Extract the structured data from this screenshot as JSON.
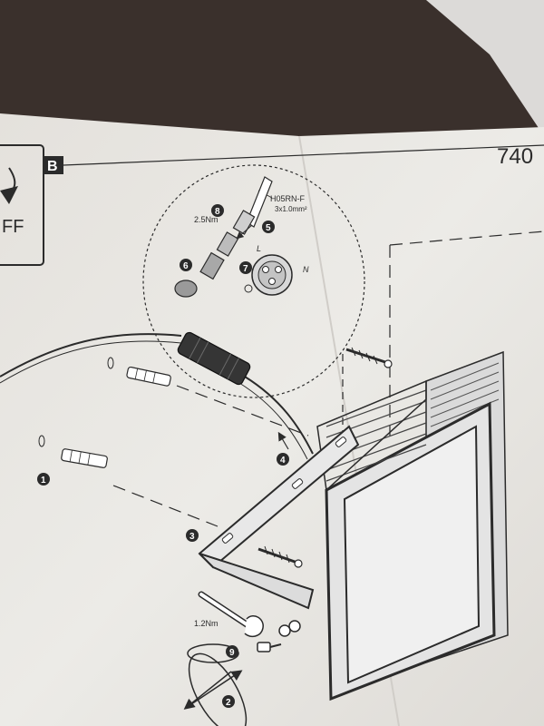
{
  "header": {
    "section_letter": "B",
    "page_number": "740",
    "partial_text": "FF"
  },
  "cable_spec": {
    "type": "H05RN-F",
    "size": "3x1.0mm²"
  },
  "torque": {
    "connector": "2.5Nm",
    "bracket": "1.2Nm"
  },
  "terminals": {
    "live": "L",
    "neutral": "N"
  },
  "steps": {
    "s1": "1",
    "s2": "2",
    "s3": "3",
    "s4": "4",
    "s5": "5",
    "s6": "6",
    "s7": "7",
    "s8": "8",
    "s9": "9"
  },
  "colors": {
    "paper": "#ece9e4",
    "ink": "#2b2b2b",
    "table": "#3a302c"
  }
}
